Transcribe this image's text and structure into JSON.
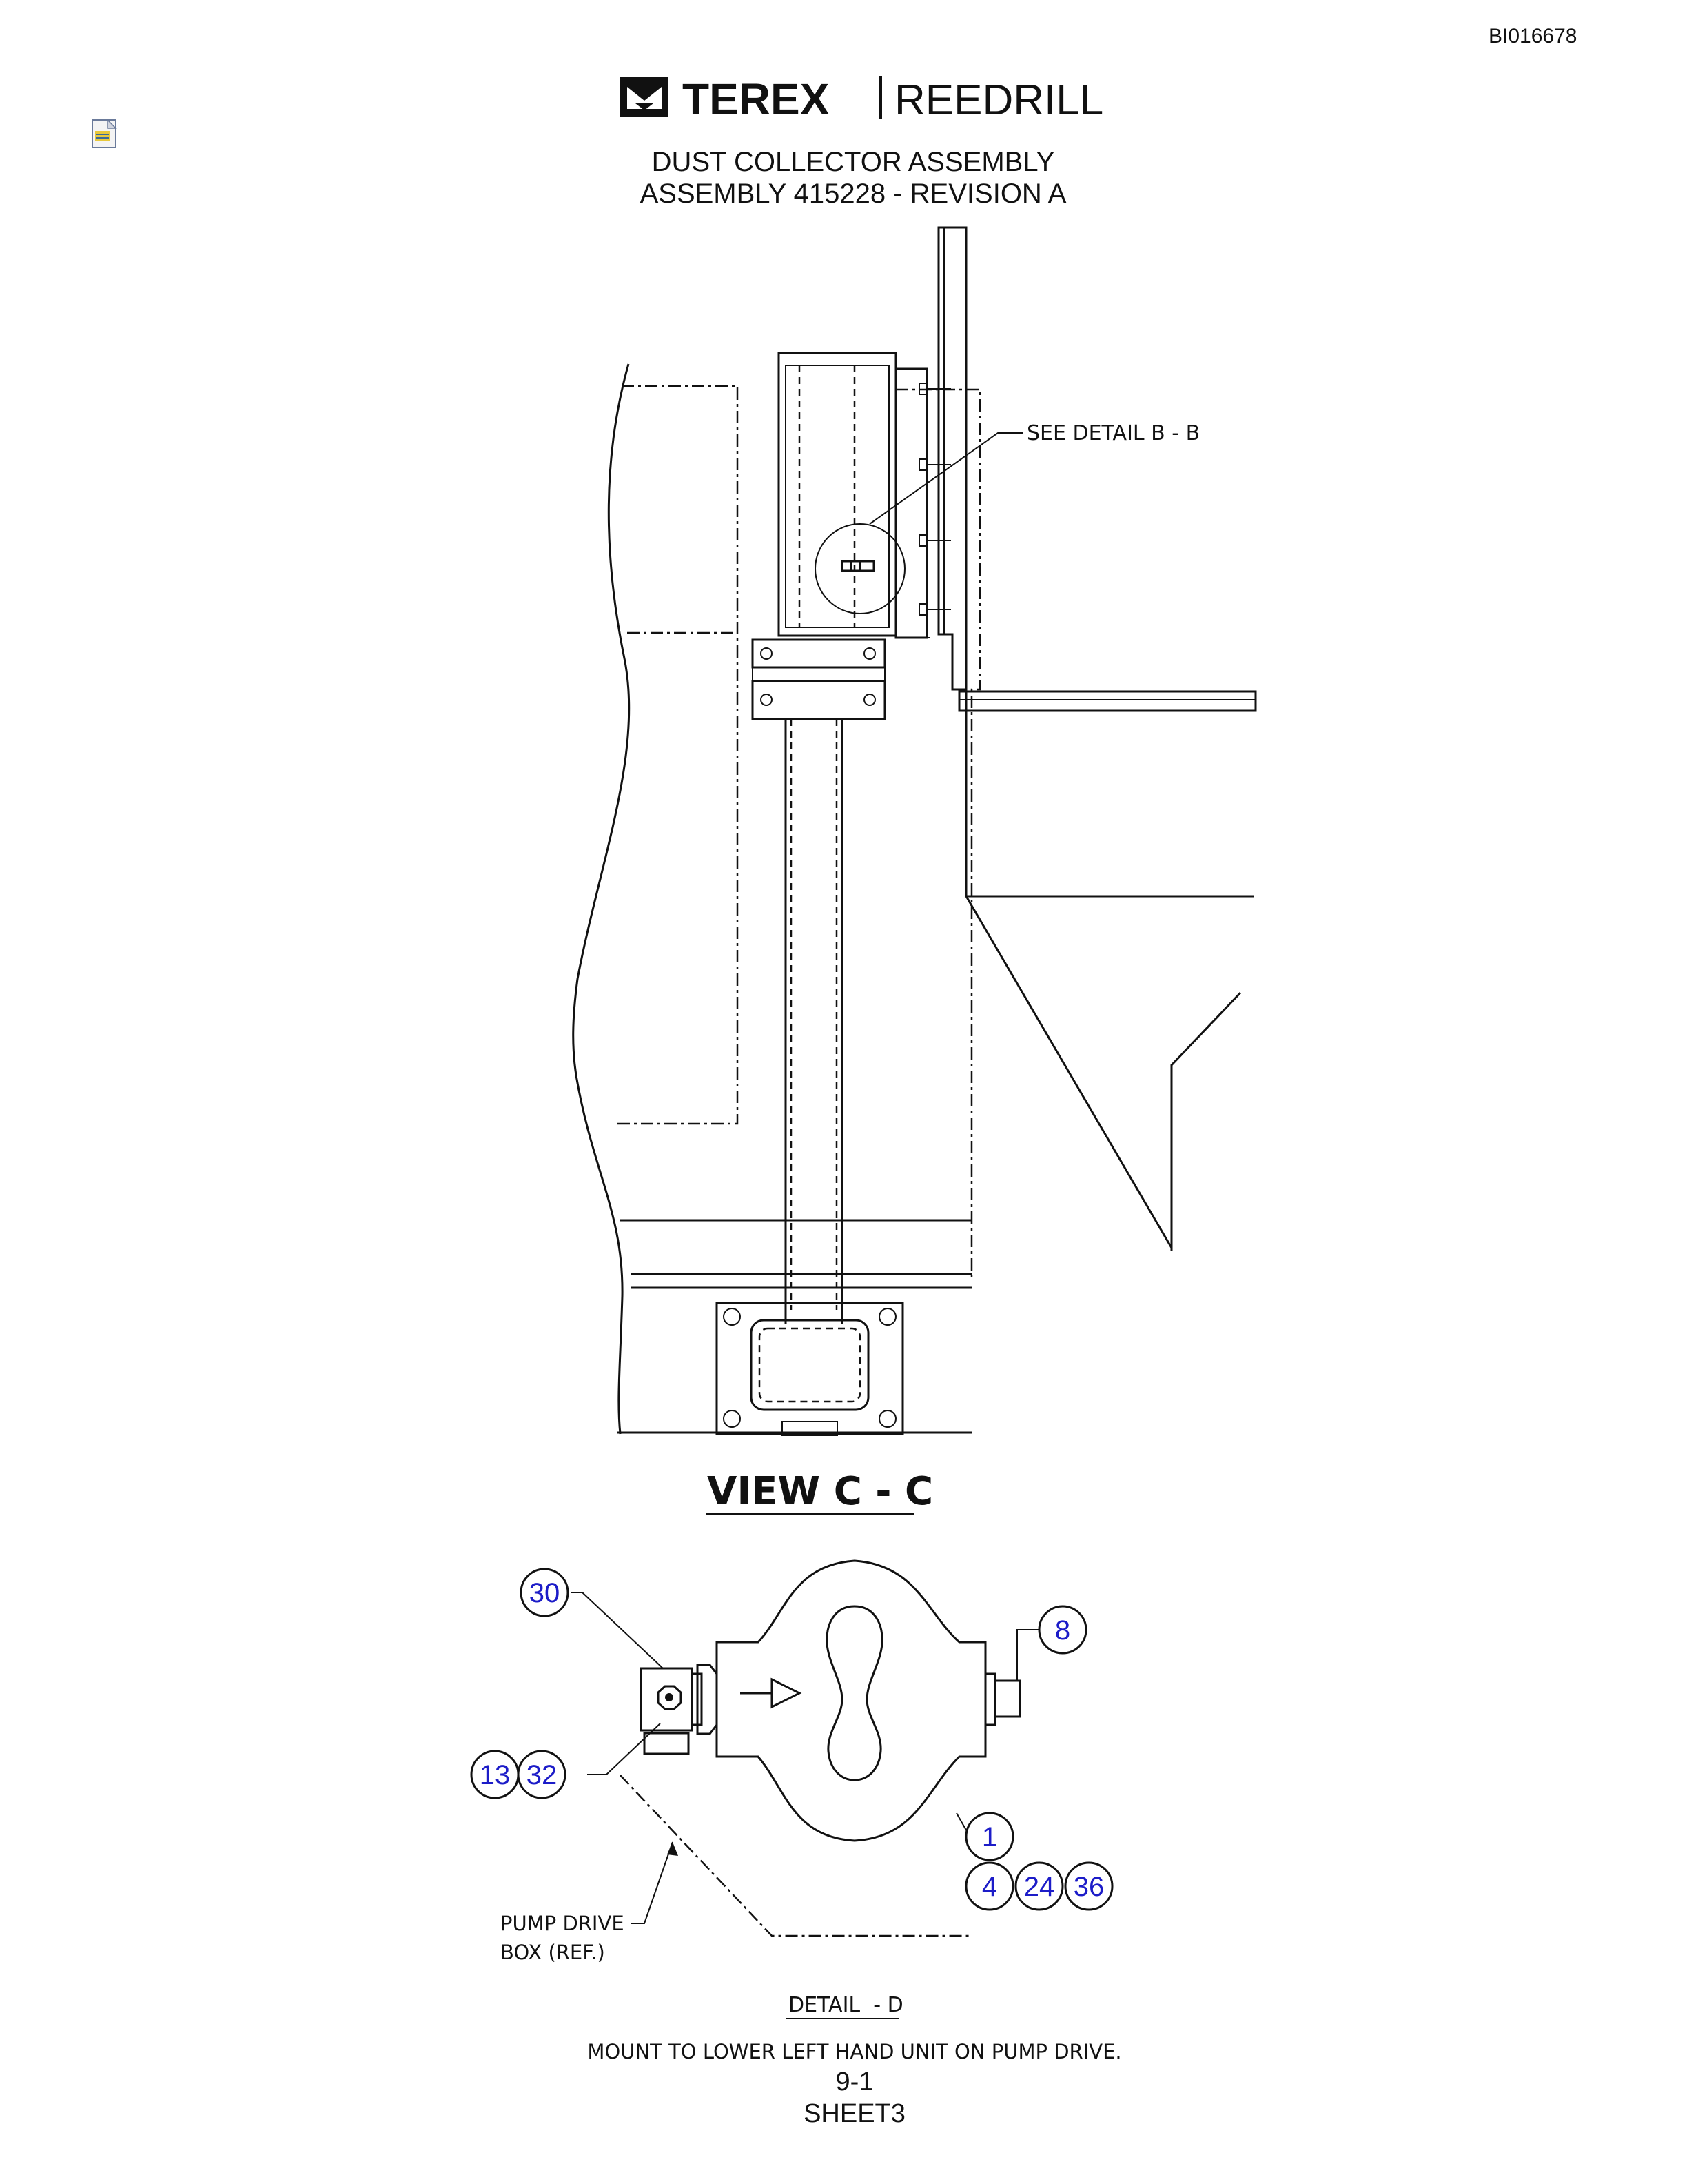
{
  "doc_id": "BI016678",
  "brand": {
    "name1": "TEREX",
    "name2": "REEDRILL"
  },
  "title": {
    "line1": "DUST COLLECTOR ASSEMBLY",
    "line2": "ASSEMBLY 415228 - REVISION A"
  },
  "view_c": {
    "callout": "SEE DETAIL B - B",
    "label": "VIEW C - C"
  },
  "detail_d": {
    "balloons": [
      "30",
      "8",
      "13",
      "32",
      "1",
      "4",
      "24",
      "36"
    ],
    "ref_line1": "PUMP DRIVE",
    "ref_line2": "BOX (REF.)",
    "label": "DETAIL  - D",
    "note": "MOUNT TO LOWER LEFT HAND UNIT ON PUMP DRIVE."
  },
  "footer": {
    "page": "9-1",
    "sheet": "SHEET3"
  },
  "icon": "attachment-note-icon"
}
